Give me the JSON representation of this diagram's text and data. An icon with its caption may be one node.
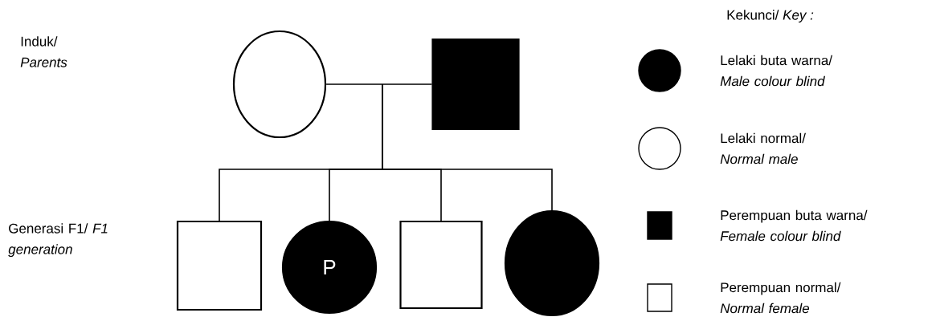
{
  "diagram": {
    "nodes": [
      {
        "text": [],
        "shape": "circle"
      },
      {
        "text": [],
        "shape": "box"
      },
      {
        "text": [],
        "shape": "box"
      },
      {
        "text": [
          "P"
        ]
      },
      {
        "text": [],
        "shape": "box"
      },
      {
        "text": [],
        "shape": "circle"
      }
    ],
    "edges": [
      {
        "from": 0,
        "to": 1,
        "arrow": "none"
      },
      {
        "from": null,
        "to": 2,
        "arrow": "none"
      },
      {
        "from": null,
        "to": 3,
        "arrow": "none"
      },
      {
        "from": null,
        "to": 4,
        "arrow": "none"
      },
      {
        "from": null,
        "to": 5,
        "arrow": "none"
      }
    ],
    "labels": [
      "Induk/ *Parents*",
      "Kekunci/ *Key :*",
      "Generasi F1/ *F1 generation*"
    ],
    "legend": [
      {
        "text": "Lelaki buta warna/ *Male colour blind*"
      },
      {
        "text": "Lelaki normal/ *Normal male*"
      },
      {
        "text": "Perempuan buta warna/ *Female colour blind*"
      },
      {
        "text": "Perempuan normal/ *Normal female*"
      }
    ]
  }
}
